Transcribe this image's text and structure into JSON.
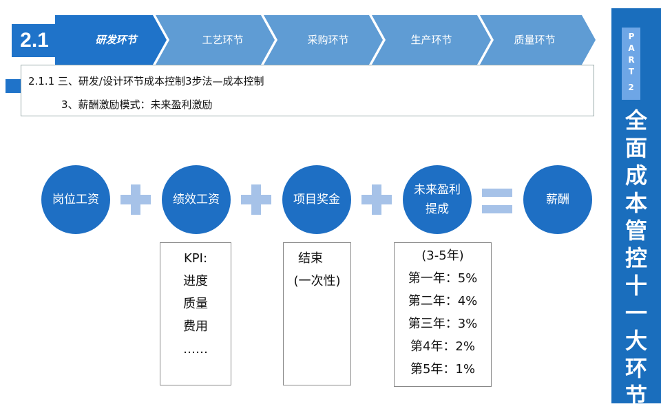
{
  "header": {
    "section_number": "2.1",
    "steps": [
      "研发环节",
      "工艺环节",
      "采购环节",
      "生产环节",
      "质量环节"
    ],
    "active_step": 0
  },
  "subtitle": {
    "line1": "2.1.1  三、研发/设计环节成本控制3步法—成本控制",
    "line2": "3、薪酬激励模式：未来盈利激励"
  },
  "formula": {
    "items": [
      "岗位工资",
      "绩效工资",
      "项目奖金",
      "未来盈利提成",
      "薪酬"
    ],
    "operators": [
      "+",
      "+",
      "+",
      "="
    ]
  },
  "details": {
    "performance": [
      "KPI:",
      "进度",
      "质量",
      "费用",
      "……"
    ],
    "bonus": [
      "结束",
      "(一次性)"
    ],
    "profit": [
      "(3-5年)",
      "第一年：5%",
      "第二年：4%",
      "第三年：3%",
      "第4年：2%",
      "第5年：1%"
    ]
  },
  "sidebar": {
    "part_label": "PART",
    "part_number": "2",
    "title": "全面成本管控十一大环节"
  },
  "colors": {
    "primary": "#1e6fc4",
    "chevron_light": "#5f9cd4",
    "operator": "#a6c2e8"
  }
}
